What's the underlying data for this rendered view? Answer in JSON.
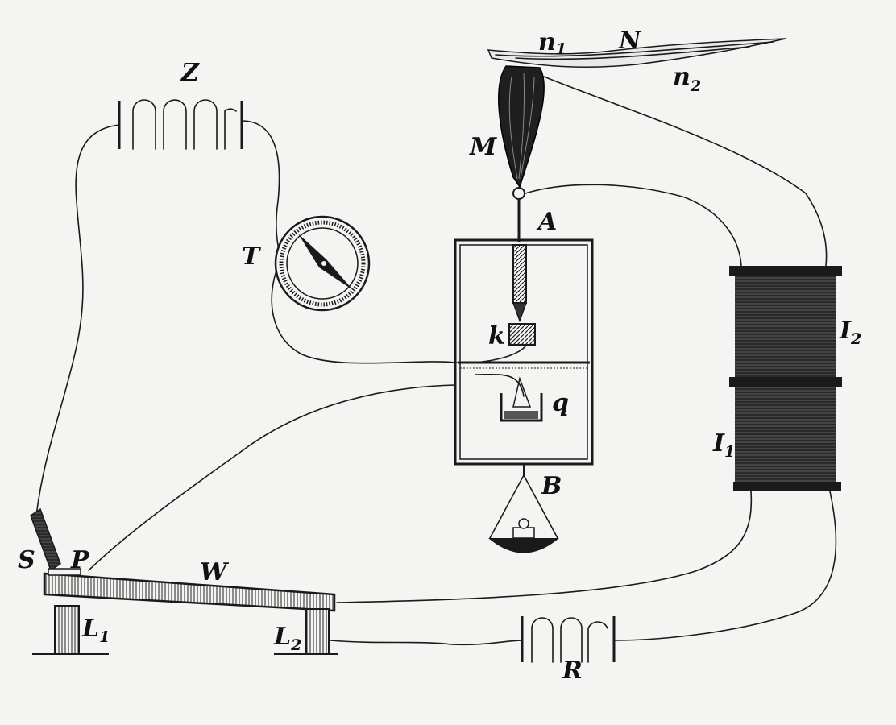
{
  "labels": {
    "Z": "Z",
    "T": "T",
    "M": "M",
    "A": "A",
    "B": "B",
    "k": "k",
    "q": "q",
    "N": "N",
    "n1": {
      "base": "n",
      "sub": "1"
    },
    "n2": {
      "base": "n",
      "sub": "2"
    },
    "I1": {
      "base": "I",
      "sub": "1"
    },
    "I2": {
      "base": "I",
      "sub": "2"
    },
    "S": "S",
    "P": "P",
    "W": "W",
    "L1": {
      "base": "L",
      "sub": "1"
    },
    "L2": {
      "base": "L",
      "sub": "2"
    },
    "R": "R"
  }
}
